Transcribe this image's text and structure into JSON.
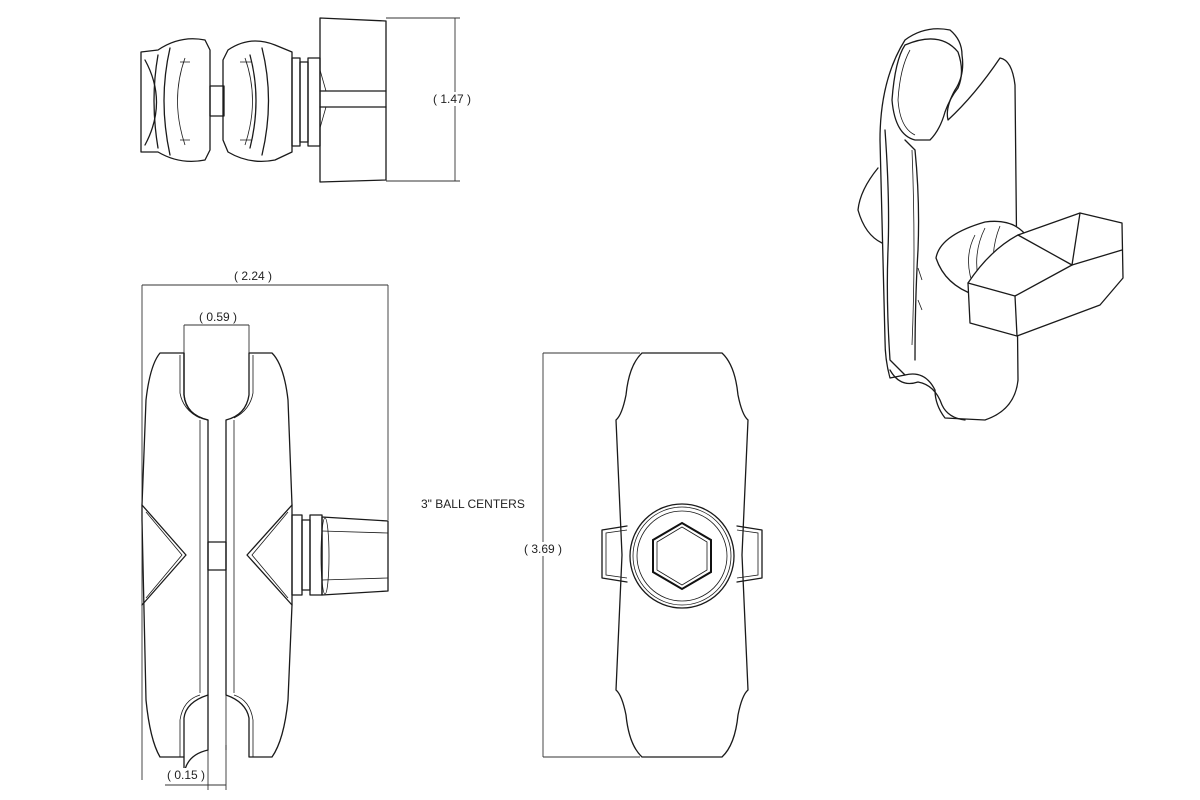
{
  "drawing": {
    "subject": "Double socket arm",
    "views": [
      {
        "name": "top-view",
        "dimension_label": "( 1.47 )"
      },
      {
        "name": "front-view",
        "dimension_labels": [
          "( 2.24 )",
          "( 0.59 )",
          "( 0.15 )"
        ]
      },
      {
        "name": "side-view",
        "dimension_label": "( 3.69 )",
        "note": "3\" BALL CENTERS"
      },
      {
        "name": "isometric-view"
      }
    ]
  },
  "dimensions": {
    "height_top": "( 1.47 )",
    "overall_width": "( 2.24 )",
    "socket_opening": "( 0.59 )",
    "gap": "( 0.15 )",
    "overall_length": "( 3.69 )"
  },
  "notes": {
    "ball_centers": "3\" BALL CENTERS"
  },
  "colors": {
    "line": "#1a1a1a",
    "background": "#ffffff"
  }
}
